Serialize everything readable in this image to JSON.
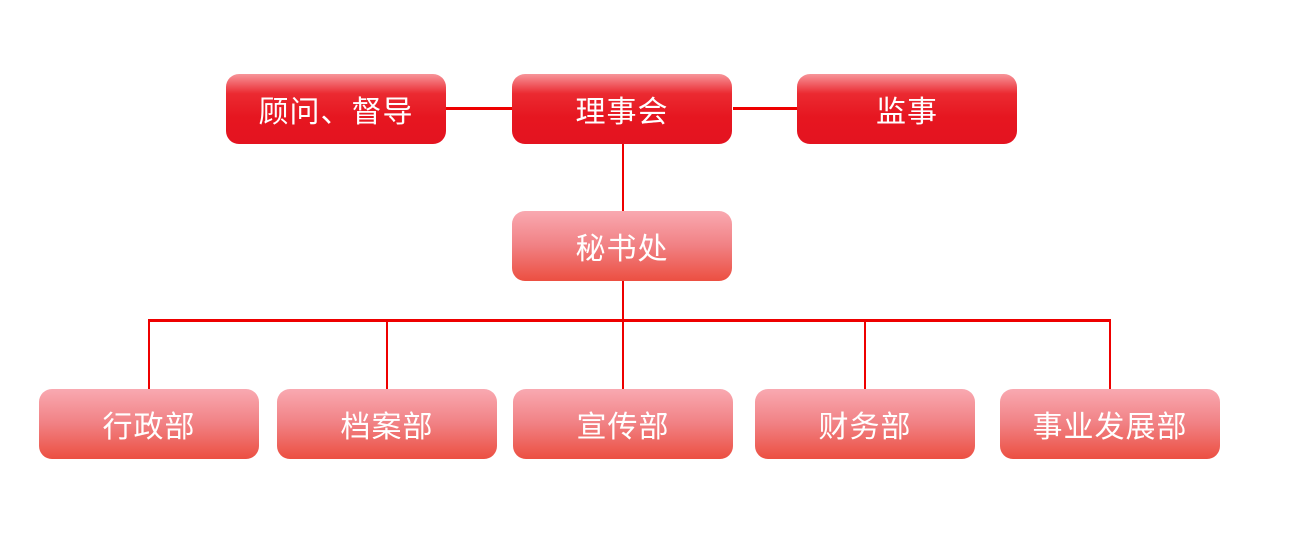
{
  "page": {
    "background": "#ffffff",
    "description": "Organization structure chart"
  },
  "org": {
    "advisor": {
      "label": "顾问、督导"
    },
    "board": {
      "label": "理事会"
    },
    "supervisor": {
      "label": "监事"
    },
    "secretariat": {
      "label": "秘书处"
    },
    "dept_admin": {
      "label": "行政部"
    },
    "dept_archives": {
      "label": "档案部"
    },
    "dept_publicity": {
      "label": "宣传部"
    },
    "dept_finance": {
      "label": "财务部"
    },
    "dept_development": {
      "label": "事业发展部"
    }
  },
  "hierarchy": {
    "top_row": [
      "顾问、督导",
      "理事会",
      "监事"
    ],
    "middle_row": [
      "秘书处"
    ],
    "bottom_row": [
      "行政部",
      "档案部",
      "宣传部",
      "财务部",
      "事业发展部"
    ],
    "edges": [
      [
        "顾问、督导",
        "理事会"
      ],
      [
        "理事会",
        "监事"
      ],
      [
        "理事会",
        "秘书处"
      ],
      [
        "秘书处",
        "行政部"
      ],
      [
        "秘书处",
        "档案部"
      ],
      [
        "秘书处",
        "宣传部"
      ],
      [
        "秘书处",
        "财务部"
      ],
      [
        "秘书处",
        "事业发展部"
      ]
    ]
  },
  "colors": {
    "node_red": "#e41320",
    "node_red_highlight": "#f7959a",
    "node_pink_top": "#f9a9b1",
    "node_pink_bottom": "#ec4f41",
    "connector": "#ee0000",
    "text": "#ffffff",
    "background": "#ffffff"
  }
}
